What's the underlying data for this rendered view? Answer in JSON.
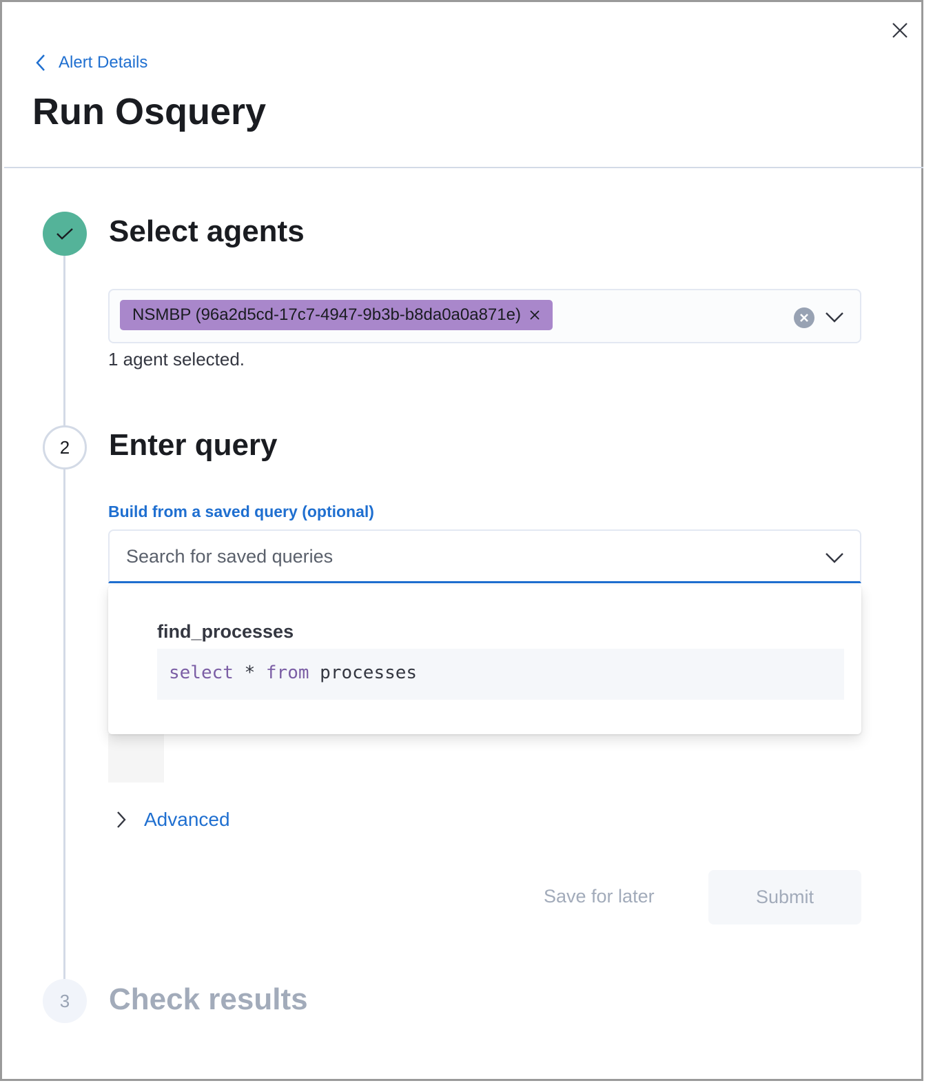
{
  "flyout": {
    "back_label": "Alert Details",
    "title": "Run Osquery"
  },
  "steps": [
    {
      "number": "",
      "title": "Select agents",
      "status": "complete"
    },
    {
      "number": "2",
      "title": "Enter query",
      "status": "current"
    },
    {
      "number": "3",
      "title": "Check results",
      "status": "disabled"
    }
  ],
  "agents": {
    "selected_pill": "NSMBP (96a2d5cd-17c7-4947-9b3b-b8da0a0a871e)",
    "help_text": "1 agent selected."
  },
  "query": {
    "label": "Build from a saved query (optional)",
    "placeholder": "Search for saved queries",
    "options": [
      {
        "name": "find_processes",
        "sql_kw1": "select",
        "sql_star": "*",
        "sql_kw2": "from",
        "sql_table": "processes"
      }
    ],
    "advanced_label": "Advanced"
  },
  "actions": {
    "save_label": "Save for later",
    "submit_label": "Submit"
  },
  "colors": {
    "accent": "#1f6fd0",
    "success": "#54b399",
    "pill": "#a987cb"
  }
}
